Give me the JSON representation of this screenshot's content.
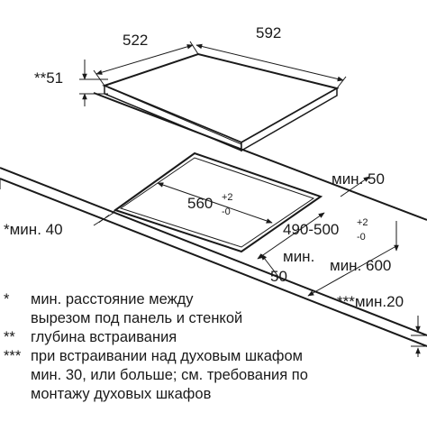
{
  "dimensions": {
    "width": "592",
    "depth": "522",
    "height": "**51",
    "cutout_width": "560",
    "cutout_width_tol_top": "+2",
    "cutout_width_tol_bottom": "-0",
    "cutout_depth": "490-500",
    "cutout_depth_tol_top": "+2",
    "cutout_depth_tol_bottom": "-0",
    "min_rear": "мин. 50",
    "min_side": "*мин. 40",
    "min_front_label": "мин.",
    "min_front_value": "50",
    "min_worktop_depth": "мин. 600",
    "min_thickness": "***мин.20"
  },
  "notes": [
    {
      "mark": "*",
      "lines": [
        "мин. расстояние между",
        "вырезом под панель и стенкой"
      ]
    },
    {
      "mark": "**",
      "lines": [
        "глубина встраивания"
      ]
    },
    {
      "mark": "***",
      "lines": [
        "при встраивании над духовым шкафом",
        "мин. 30, или больше; см. требования по",
        "монтажу духовых шкафов"
      ]
    }
  ],
  "colors": {
    "line": "#1a1a1a",
    "panel_fill": "#ffffff"
  }
}
